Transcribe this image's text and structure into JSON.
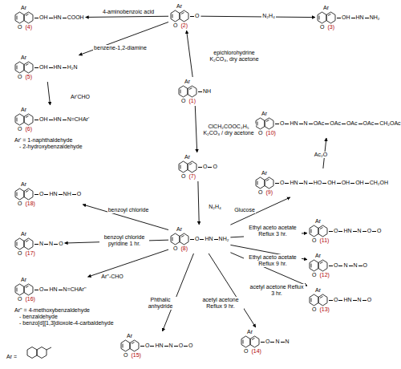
{
  "diagram": {
    "nodes": [
      {
        "text": [
          "Ar",
          "O",
          "NH",
          "(1)"
        ]
      },
      {
        "text": [
          "Ar",
          "O",
          "O",
          "(2)"
        ]
      },
      {
        "text": [
          "Ar",
          "O",
          "OH",
          "HN",
          "NH₂",
          "(3)"
        ]
      },
      {
        "text": [
          "Ar",
          "O",
          "OH",
          "HN",
          "COOH",
          "(4)"
        ]
      },
      {
        "text": [
          "Ar",
          "O",
          "OH",
          "HN",
          "H₂N",
          "(5)"
        ]
      },
      {
        "text": [
          "Ar",
          "O",
          "OH",
          "HN",
          "N=CHAr'",
          "(6)"
        ]
      },
      {
        "text": [
          "Ar",
          "O",
          "O",
          "O",
          "(7)"
        ]
      },
      {
        "text": [
          "Ar",
          "O",
          "O",
          "HN",
          "NH₂",
          "(8)"
        ]
      },
      {
        "text": [
          "Ar",
          "O",
          "O",
          "HN",
          "N",
          "HO",
          "OH",
          "OH",
          "OH",
          "CH₂OH",
          "(9)"
        ]
      },
      {
        "text": [
          "Ar",
          "O",
          "O",
          "HN",
          "N",
          "OAc",
          "OAc",
          "OAc",
          "OAc",
          "CH₂OAc",
          "(10)"
        ]
      },
      {
        "text": [
          "Ar",
          "O",
          "O",
          "HN",
          "N",
          "O",
          "O",
          "(11)"
        ]
      },
      {
        "text": [
          "Ar",
          "O",
          "O",
          "N",
          "N",
          "O",
          "(12)"
        ]
      },
      {
        "text": [
          "Ar",
          "O",
          "O",
          "HN",
          "N",
          "O",
          "(13)"
        ]
      },
      {
        "text": [
          "Ar",
          "O",
          "O",
          "N",
          "N",
          "(14)"
        ]
      },
      {
        "text": [
          "Ar",
          "O",
          "O",
          "HN",
          "N",
          "O",
          "O",
          "(15)"
        ]
      },
      {
        "text": [
          "Ar",
          "O",
          "O",
          "HN",
          "N=CHAr''",
          "(16)"
        ]
      },
      {
        "text": [
          "Ar",
          "O",
          "N",
          "N",
          "O",
          "(17)"
        ]
      },
      {
        "text": [
          "Ar",
          "O",
          "O",
          "HN",
          "NH",
          "O",
          "(18)"
        ]
      }
    ],
    "edges": [
      {
        "from": 0,
        "to": 1,
        "arrow": "to",
        "label": "epichlorohydrine K₂CO₃, dry acetone"
      },
      {
        "from": 1,
        "to": 2,
        "arrow": "to",
        "label": "N₂H₄"
      },
      {
        "from": 1,
        "to": 3,
        "arrow": "to",
        "label": "4-aminobenzoic acid"
      },
      {
        "from": 1,
        "to": 4,
        "arrow": "to",
        "label": "benzene-1,2-diamine"
      },
      {
        "from": 4,
        "to": 5,
        "arrow": "to",
        "label": "Ar'CHO"
      },
      {
        "from": 0,
        "to": 6,
        "arrow": "to",
        "label": "ClCH₂COOC₂H₅ K₂CO₃ / dry acetone"
      },
      {
        "from": 6,
        "to": 7,
        "arrow": "to",
        "label": "N₂H₄"
      },
      {
        "from": 7,
        "to": 8,
        "arrow": "to",
        "label": "Glucose"
      },
      {
        "from": 8,
        "to": 9,
        "arrow": "to",
        "label": "Ac₂O"
      },
      {
        "from": 7,
        "to": 10,
        "arrow": "to",
        "label": "Ethyl aceto acetate Reflux 3 hr."
      },
      {
        "from": 7,
        "to": 11,
        "arrow": "to",
        "label": "Ethyl aceto acetate Reflux 9 hr."
      },
      {
        "from": 7,
        "to": 12,
        "arrow": "to",
        "label": "acetyl acetone Reflux 3 hr."
      },
      {
        "from": 7,
        "to": 13,
        "arrow": "to",
        "label": "acetyl acetone Reflux 9 hr."
      },
      {
        "from": 7,
        "to": 14,
        "arrow": "to",
        "label": "Phthalic anhydride"
      },
      {
        "from": 7,
        "to": 15,
        "arrow": "to",
        "label": "Ar''-CHO"
      },
      {
        "from": 7,
        "to": 16,
        "arrow": "to",
        "label": "benzoyl chloride pyridine 1 hr."
      },
      {
        "from": 7,
        "to": 17,
        "arrow": "to",
        "label": "benzoyl chloride"
      }
    ],
    "labels": [
      "Ar' = 1-naphthaldehyde",
      "- 2-hydroxybenzaldehyde",
      "Ar'' = 4-methoxybenzaldehyde",
      "- benzaldehyde",
      "- benzo[d][1,3]dioxole-4-carbaldehyde",
      "Ar ="
    ]
  }
}
